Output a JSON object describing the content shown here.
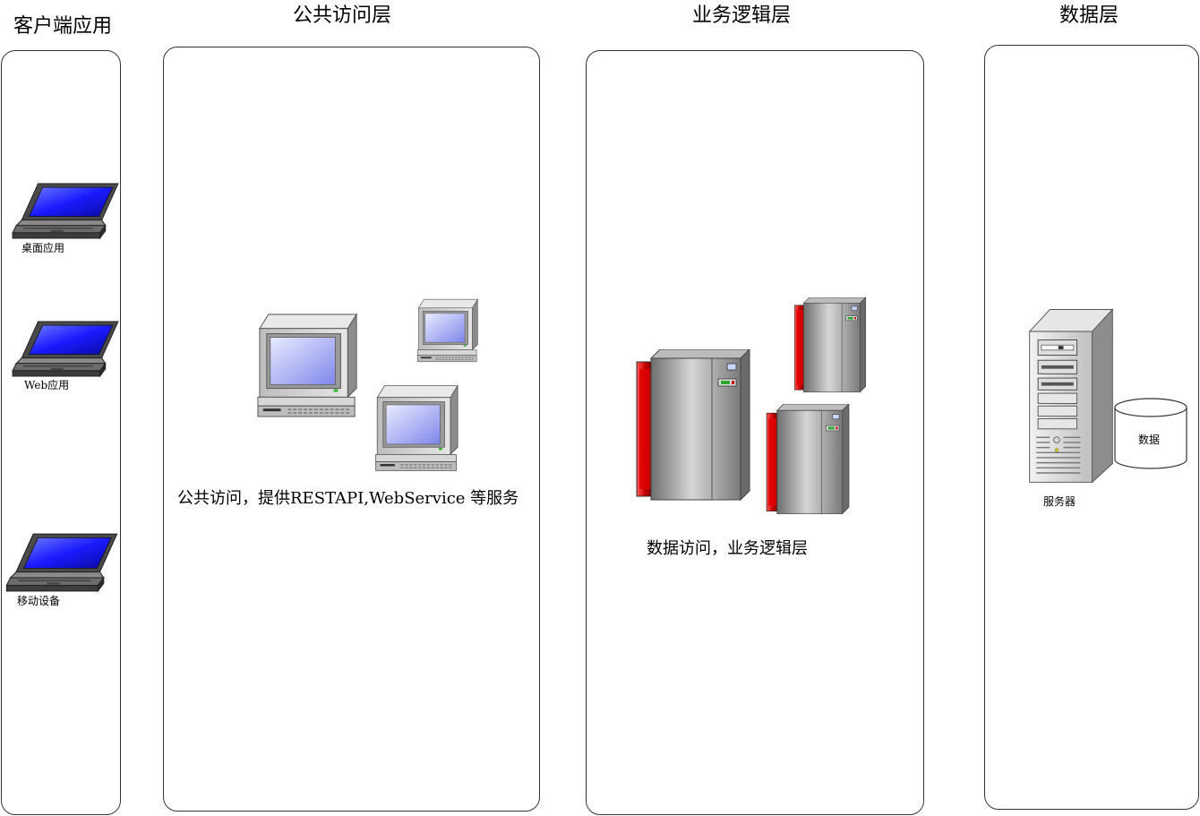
{
  "columns": {
    "client": {
      "title": "客户端应用"
    },
    "public": {
      "title": "公共访问层"
    },
    "business": {
      "title": "业务逻辑层"
    },
    "data": {
      "title": "数据层"
    }
  },
  "client": {
    "items": [
      {
        "label": "桌面应用",
        "icon": "laptop-icon"
      },
      {
        "label": "Web应用",
        "icon": "laptop-icon"
      },
      {
        "label": "移动设备",
        "icon": "laptop-icon"
      }
    ]
  },
  "public": {
    "caption": "公共访问，提供RESTAPI,WebService 等服务",
    "icons": [
      "desktop-computer-icon",
      "desktop-computer-icon",
      "desktop-computer-icon"
    ]
  },
  "business": {
    "caption": "数据访问，业务逻辑层",
    "icons": [
      "mainframe-server-icon",
      "mainframe-server-icon",
      "mainframe-server-icon"
    ]
  },
  "data": {
    "server_label": "服务器",
    "db_label": "数据",
    "icons": [
      "tower-server-icon",
      "database-cylinder-icon"
    ]
  },
  "colors": {
    "screen_blue": "#1a1aff",
    "server_red": "#cc0000",
    "metal_gray": "#9a9a9a",
    "lane_border": "#333333"
  }
}
